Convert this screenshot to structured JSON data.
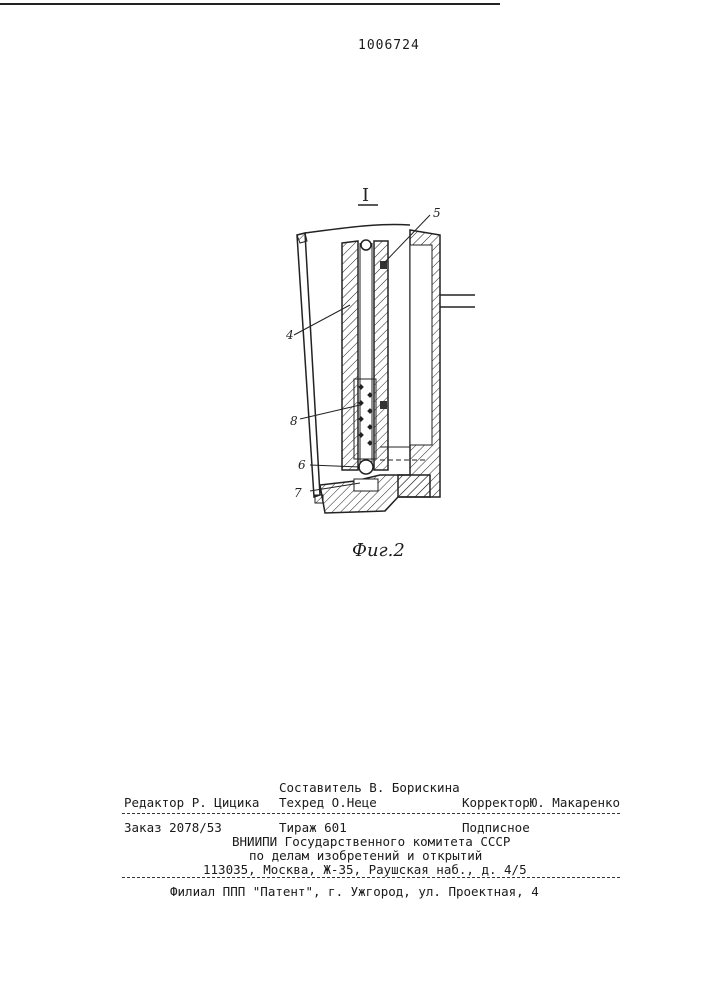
{
  "header": {
    "patent_number": "1006724"
  },
  "figure": {
    "section_mark": "I",
    "labels": [
      "4",
      "5",
      "6",
      "7",
      "8"
    ],
    "caption": "Фиг.2"
  },
  "colophon": {
    "compiler": "Составитель В. Борискина",
    "editor": "Редактор Р. Цицика",
    "techred": "Техред О.Неце",
    "corrector": "КорректорЮ. Макаренко",
    "order": "Заказ 2078/53",
    "circulation": "Тираж 601",
    "subscription": "Подписное",
    "org_line1": "ВНИИПИ Государственного комитета СССР",
    "org_line2": "по делам изобретений и открытий",
    "address": "113035, Москва, Ж-35, Раушская наб., д. 4/5",
    "branch": "Филиал ППП \"Патент\", г. Ужгород, ул. Проектная, 4"
  }
}
